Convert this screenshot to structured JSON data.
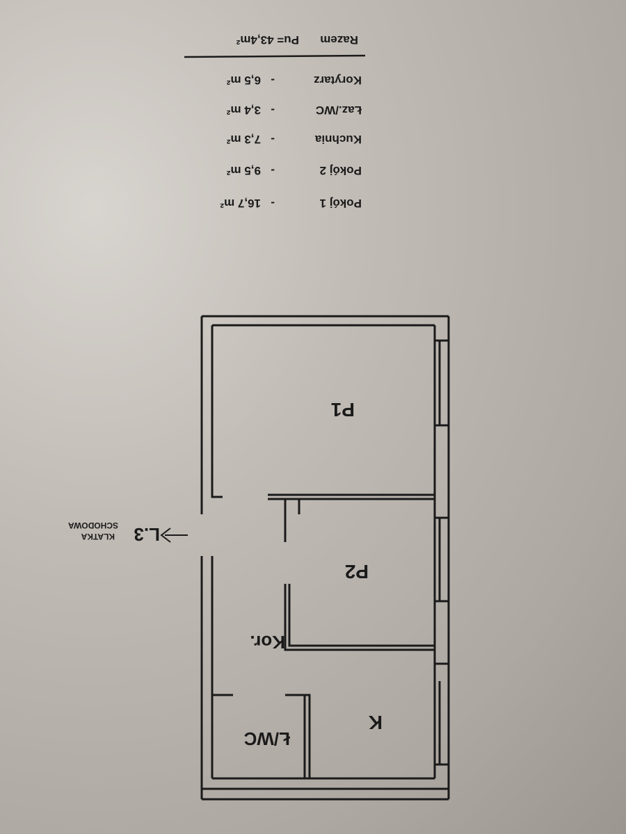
{
  "area_list": {
    "rows": [
      {
        "name": "Pokój 1",
        "sep": "-",
        "area": "16,7 m²"
      },
      {
        "name": "Pokój 2",
        "sep": "-",
        "area": "9,5 m²"
      },
      {
        "name": "Kuchnia",
        "sep": "-",
        "area": "7,3 m²"
      },
      {
        "name": "Łaz./WC",
        "sep": "-",
        "area": "3,4 m²"
      },
      {
        "name": "Korytarz",
        "sep": "-",
        "area": "6,5 m²"
      }
    ],
    "total_label": "Razem",
    "total_value": "Pu= 43,4m²"
  },
  "plan": {
    "rooms": {
      "p1": "P1",
      "p2": "P2",
      "kor": "Kor.",
      "k": "K",
      "lwc": "Ł/WC"
    },
    "entrance": "L.3",
    "stair_line1": "KLATKA",
    "stair_line2": "SCHODOWA"
  },
  "colors": {
    "ink": "#1a1a1a",
    "paper": "#bdb7b1"
  }
}
